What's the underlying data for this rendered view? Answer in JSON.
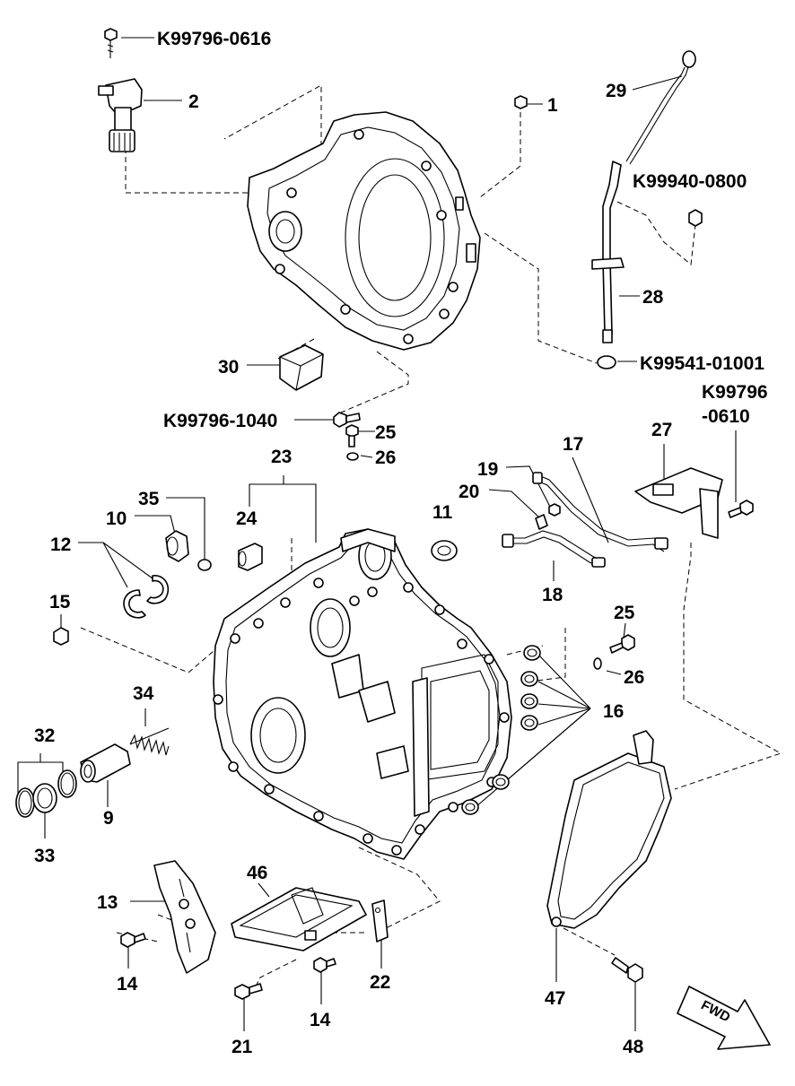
{
  "diagram": {
    "labels": {
      "l_k616": "K99796-0616",
      "l_2": "2",
      "l_1": "1",
      "l_29": "29",
      "l_k800": "K99940-0800",
      "l_28": "28",
      "l_k1001": "K99541-01001",
      "l_30": "30",
      "l_k1040": "K99796-1040",
      "l_25a": "25",
      "l_26a": "26",
      "l_k610a": "K99796",
      "l_k610b": "-0610",
      "l_23": "23",
      "l_27": "27",
      "l_17": "17",
      "l_19": "19",
      "l_20": "20",
      "l_11": "11",
      "l_35": "35",
      "l_10": "10",
      "l_24": "24",
      "l_12": "12",
      "l_18": "18",
      "l_15": "15",
      "l_25b": "25",
      "l_26b": "26",
      "l_34": "34",
      "l_16": "16",
      "l_32": "32",
      "l_9": "9",
      "l_33": "33",
      "l_46": "46",
      "l_13": "13",
      "l_14a": "14",
      "l_22": "22",
      "l_14b": "14",
      "l_47": "47",
      "l_21": "21",
      "l_48": "48",
      "fwd": "FWD"
    }
  }
}
